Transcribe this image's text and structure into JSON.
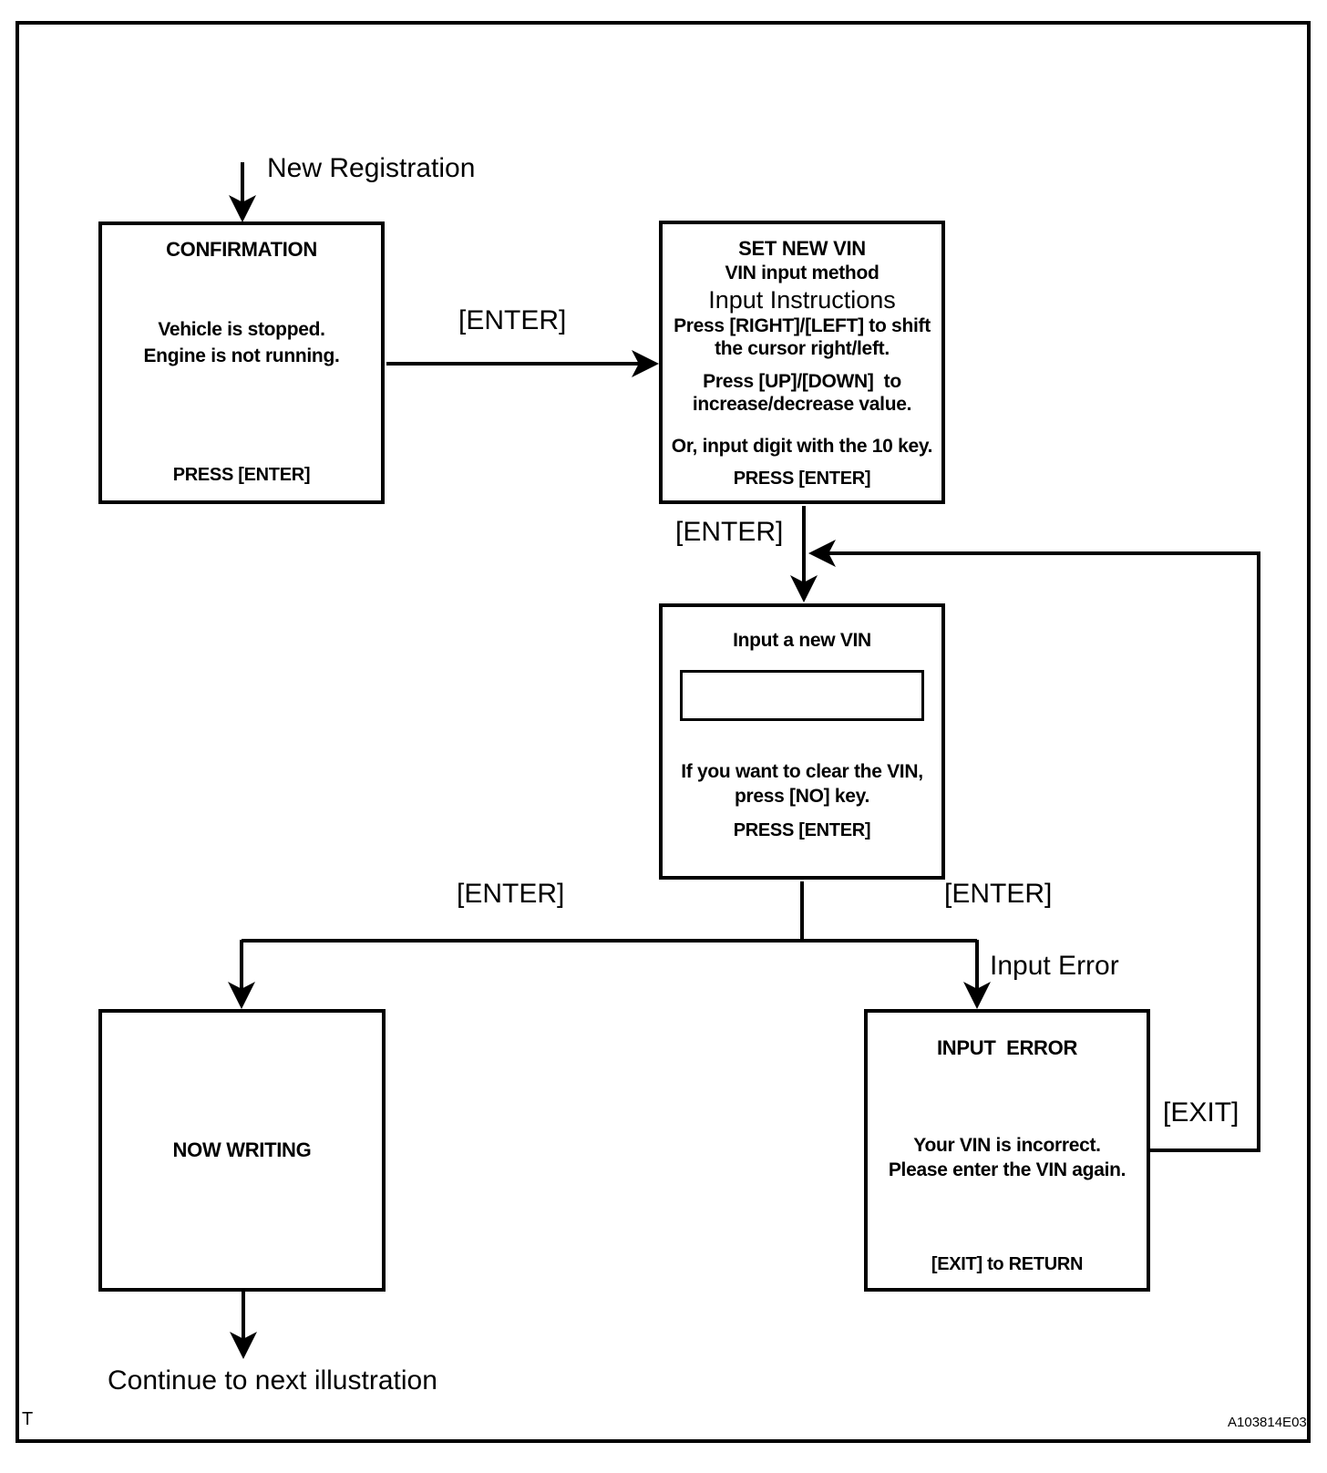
{
  "colors": {
    "line": "#000000",
    "background": "#ffffff"
  },
  "boxes": {
    "confirmation": {
      "title": "CONFIRMATION",
      "body_lines": [
        "Vehicle is stopped.",
        "Engine is not running."
      ],
      "footer": "PRESS [ENTER]"
    },
    "set_new_vin": {
      "title": "SET NEW VIN",
      "subtitle": "VIN input method",
      "heading": "Input Instructions",
      "body_lines": [
        "Press [RIGHT]/[LEFT] to shift",
        "the cursor right/left.",
        "Press [UP]/[DOWN]  to",
        "increase/decrease value."
      ],
      "note": "Or, input digit with the 10 key.",
      "footer": "PRESS [ENTER]"
    },
    "input_new_vin": {
      "title": "Input a new VIN",
      "vin_field_value": "",
      "body_lines": [
        "If you want to clear the VIN,",
        "press [NO] key."
      ],
      "footer": "PRESS [ENTER]"
    },
    "now_writing": {
      "title": "NOW WRITING"
    },
    "input_error": {
      "title": "INPUT  ERROR",
      "body_lines": [
        "Your VIN is incorrect.",
        "Please enter the VIN again."
      ],
      "footer": "[EXIT] to RETURN"
    }
  },
  "labels": {
    "new_registration": "New Registration",
    "enter_confirm_to_set": "[ENTER]",
    "enter_set_to_input": "[ENTER]",
    "enter_to_writing": "[ENTER]",
    "enter_to_error": "[ENTER]",
    "input_error": "Input Error",
    "exit": "[EXIT]",
    "continue": "Continue to next illustration"
  },
  "footer_row": {
    "page_letter": "T",
    "figure_code": "A103814E03"
  }
}
